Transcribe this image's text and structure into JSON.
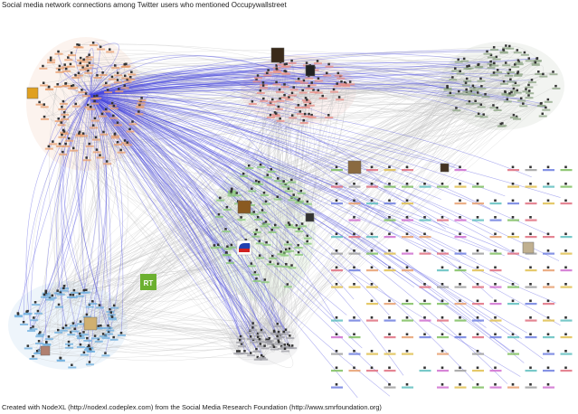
{
  "title": "Social media network connections among Twitter users who mentioned Occupywallstreet",
  "footer": "Created with NodeXL (http://nodexl.codeplex.com) from the Social Media Research Foundation (http://www.smrfoundation.org)",
  "logo_rt": "RT",
  "colors": {
    "edge_gray": "#bfbfbf",
    "edge_blue": "#4a4adf",
    "group_orange": "#e8a070",
    "group_salmon": "#e89088",
    "group_sage": "#90a888",
    "group_green": "#88c878",
    "group_blue": "#70b0e0",
    "group_gray": "#a0a0a8",
    "isolate_colors": [
      "#e8a070",
      "#d070d0",
      "#60c0c0",
      "#80c060",
      "#e0c050",
      "#7080e0",
      "#e07080",
      "#a0a0a0"
    ]
  },
  "groups": [
    {
      "name": "orange",
      "nodes": 110
    },
    {
      "name": "salmon",
      "nodes": 70
    },
    {
      "name": "sage",
      "nodes": 90
    },
    {
      "name": "green",
      "nodes": 80
    },
    {
      "name": "blue",
      "nodes": 85
    },
    {
      "name": "gray",
      "nodes": 45
    }
  ],
  "isolate_grid": {
    "columns": 14,
    "rows": 14
  }
}
